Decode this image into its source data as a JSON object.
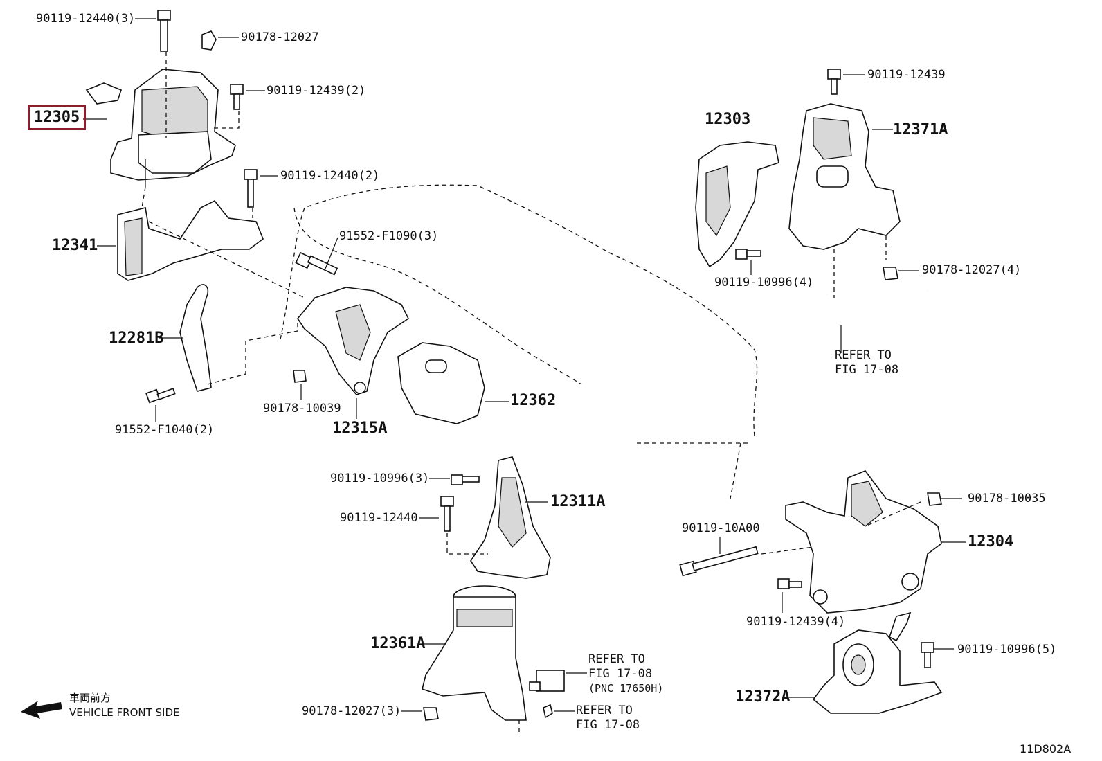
{
  "diagram": {
    "labels": {
      "p12305": "12305",
      "p12341": "12341",
      "p12281b": "12281B",
      "p12315a": "12315A",
      "p12362": "12362",
      "p12303": "12303",
      "p12371a": "12371A",
      "p12311a": "12311A",
      "p12361a": "12361A",
      "p12304": "12304",
      "p12372a": "12372A",
      "b90119_12440_3": "90119-12440(3)",
      "n90178_12027_a": "90178-12027",
      "b90119_12439_2": "90119-12439(2)",
      "b90119_12440_2": "90119-12440(2)",
      "b91552_f1090_3": "91552-F1090(3)",
      "n90178_10039": "90178-10039",
      "b91552_f1040_2": "91552-F1040(2)",
      "b90119_12439_b": "90119-12439",
      "b90119_10996_4": "90119-10996(4)",
      "n90178_12027_4": "90178-12027(4)",
      "b90119_10996_3": "90119-10996(3)",
      "b90119_12440_b": "90119-12440",
      "b90119_10a00": "90119-10A00",
      "n90178_10035": "90178-10035",
      "b90119_12439_4": "90119-12439(4)",
      "b90119_10996_5": "90119-10996(5)",
      "n90178_12027_3": "90178-12027(3)"
    },
    "refer_notes": {
      "right_hose_1": "REFER TO",
      "right_hose_2": "FIG 17-08",
      "center_1": "REFER TO",
      "center_2": "FIG 17-08",
      "center_3": "(PNC 17650H)",
      "bottom_1": "REFER TO",
      "bottom_2": "FIG 17-08"
    },
    "direction": {
      "japanese": "車両前方",
      "english": "VEHICLE FRONT SIDE"
    },
    "figure_code": "11D802A",
    "highlight_color": "#8b1d2c"
  }
}
